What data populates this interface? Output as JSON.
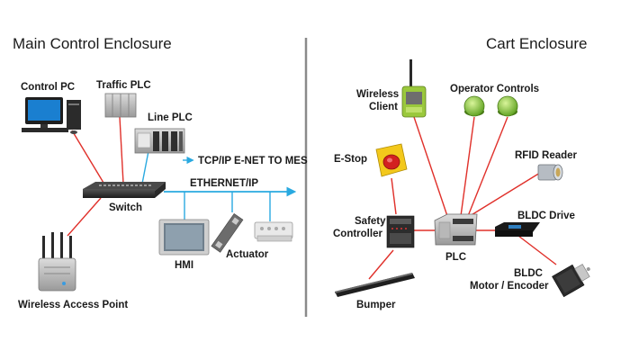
{
  "left": {
    "title": "Main Control Enclosure",
    "labels": {
      "control_pc": "Control PC",
      "traffic_plc": "Traffic PLC",
      "line_plc": "Line PLC",
      "tcp_link": "TCP/IP E-NET TO MES",
      "ethernet_ip": "ETHERNET/IP",
      "switch": "Switch",
      "hmi": "HMI",
      "actuator": "Actuator",
      "wap": "Wireless Access Point"
    }
  },
  "right": {
    "title": "Cart Enclosure",
    "labels": {
      "wireless_client_1": "Wireless",
      "wireless_client_2": "Client",
      "operator_controls": "Operator Controls",
      "estop": "E-Stop",
      "rfid": "RFID Reader",
      "safety_1": "Safety",
      "safety_2": "Controller",
      "plc": "PLC",
      "bldc_drive": "BLDC Drive",
      "bldc_motor_1": "BLDC",
      "bldc_motor_2": "Motor / Encoder",
      "bumper": "Bumper"
    }
  },
  "colors": {
    "red_line": "#e0302a",
    "blue_line": "#29a9e0",
    "divider": "#8a8a8a",
    "button_green": "#8cc63f"
  }
}
